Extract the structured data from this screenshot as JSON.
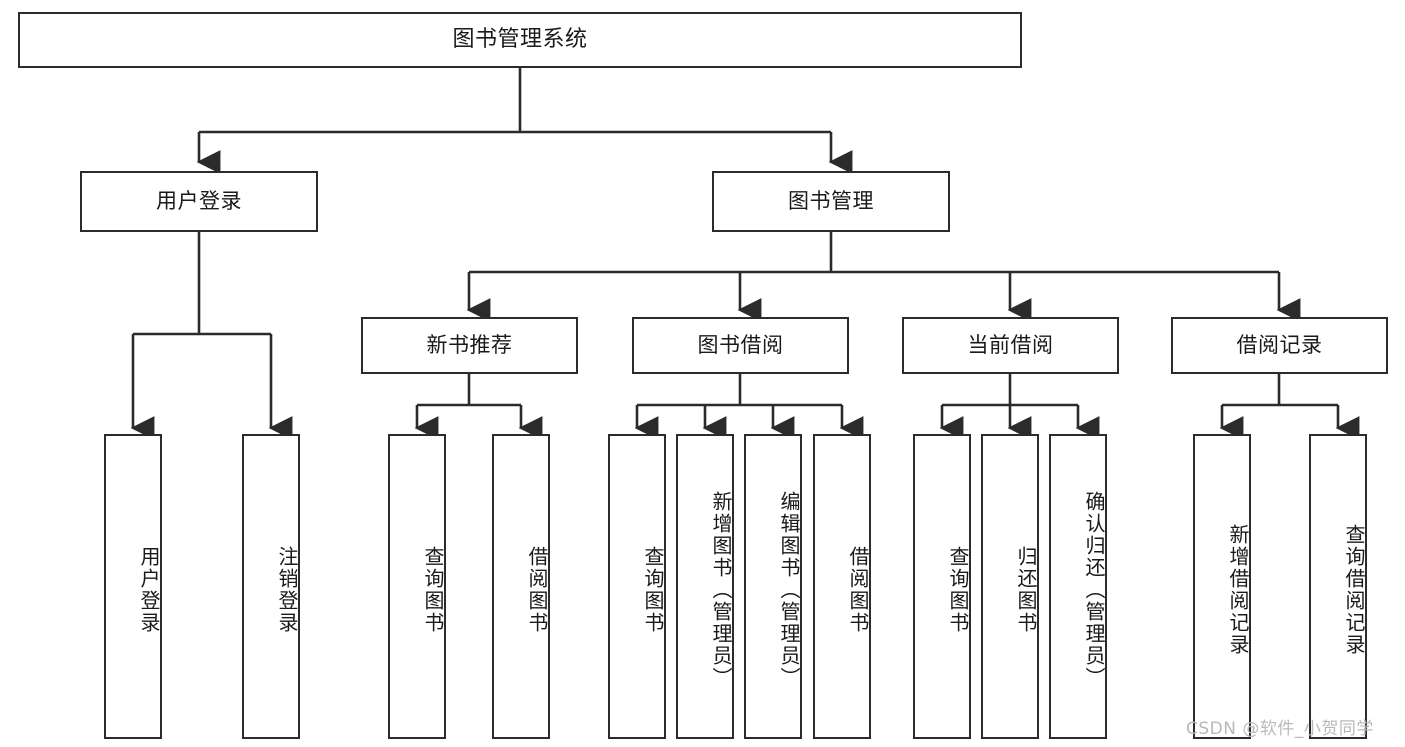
{
  "diagram": {
    "type": "tree",
    "title": "图书管理系统",
    "root": {
      "label": "图书管理系统",
      "id": "root"
    },
    "level2": [
      {
        "id": "user-login",
        "label": "用户登录"
      },
      {
        "id": "book-manage",
        "label": "图书管理"
      }
    ],
    "level3": [
      {
        "id": "new-book-recommend",
        "label": "新书推荐",
        "parent": "book-manage"
      },
      {
        "id": "book-borrow",
        "label": "图书借阅",
        "parent": "book-manage"
      },
      {
        "id": "current-borrow",
        "label": "当前借阅",
        "parent": "book-manage"
      },
      {
        "id": "borrow-record",
        "label": "借阅记录",
        "parent": "book-manage"
      }
    ],
    "leaves": [
      {
        "id": "leaf-user-login",
        "label": "用户登录",
        "parent": "user-login"
      },
      {
        "id": "leaf-logout-login",
        "label": "注销登录",
        "parent": "user-login"
      },
      {
        "id": "leaf-query-book-1",
        "label": "查询图书",
        "parent": "new-book-recommend"
      },
      {
        "id": "leaf-borrow-book-1",
        "label": "借阅图书",
        "parent": "new-book-recommend"
      },
      {
        "id": "leaf-query-book-2",
        "label": "查询图书",
        "parent": "book-borrow"
      },
      {
        "id": "leaf-add-book",
        "label": "新增图书（管理员）",
        "parent": "book-borrow"
      },
      {
        "id": "leaf-edit-book",
        "label": "编辑图书（管理员）",
        "parent": "book-borrow"
      },
      {
        "id": "leaf-borrow-book-2",
        "label": "借阅图书",
        "parent": "book-borrow"
      },
      {
        "id": "leaf-query-book-3",
        "label": "查询图书",
        "parent": "current-borrow"
      },
      {
        "id": "leaf-return-book",
        "label": "归还图书",
        "parent": "current-borrow"
      },
      {
        "id": "leaf-confirm-return",
        "label": "确认归还（管理员）",
        "parent": "current-borrow"
      },
      {
        "id": "leaf-add-record",
        "label": "新增借阅记录",
        "parent": "borrow-record"
      },
      {
        "id": "leaf-query-record",
        "label": "查询借阅记录",
        "parent": "borrow-record"
      }
    ],
    "colors": {
      "stroke": "#2b2b2b",
      "background": "#ffffff",
      "text": "#1a1a1a",
      "watermark": "#b9b9b9"
    }
  },
  "watermark": {
    "text": "CSDN @软件_小贺同学"
  }
}
